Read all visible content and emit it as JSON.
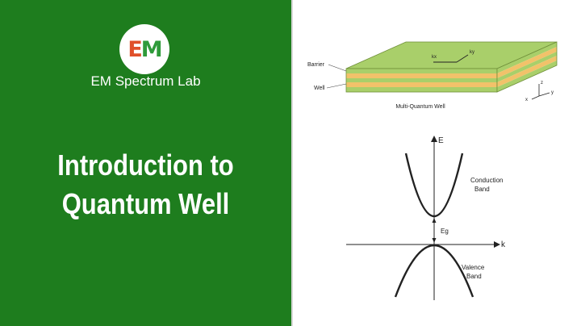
{
  "brand": {
    "logo_e": "E",
    "logo_m": "M",
    "name": "EM Spectrum Lab"
  },
  "title": {
    "line1": "Introduction to",
    "line2": "Quantum Well"
  },
  "mqw": {
    "barrier_label": "Barrier",
    "well_label": "Well",
    "caption": "Multi-Quantum Well",
    "kx": "kx",
    "ky": "ky",
    "ax_x": "x",
    "ax_y": "y",
    "ax_z": "z"
  },
  "band": {
    "e_axis": "E",
    "k_axis": "k",
    "gap_label": "Eg",
    "conduction_line1": "Conduction",
    "conduction_line2": "Band",
    "valence_line1": "Valence",
    "valence_line2": "Band"
  },
  "colors": {
    "panel_green": "#1e7d1e",
    "barrier_green": "#a9cf6a",
    "well_yellow": "#f2c26a"
  }
}
